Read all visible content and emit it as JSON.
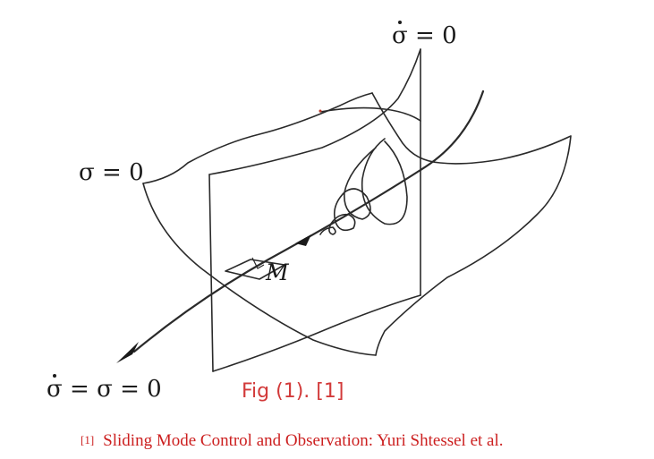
{
  "labels": {
    "top_surface_sigma": "σ",
    "top_surface_eq": " = 0",
    "left_surface": "σ = 0",
    "bottom_sigma": "σ",
    "bottom_eq": " = σ = 0",
    "point": "M"
  },
  "caption": "Fig (1). [1]",
  "footnote": {
    "ref": "[1]",
    "text": "Sliding Mode Control and Observation: Yuri Shtessel et al."
  }
}
